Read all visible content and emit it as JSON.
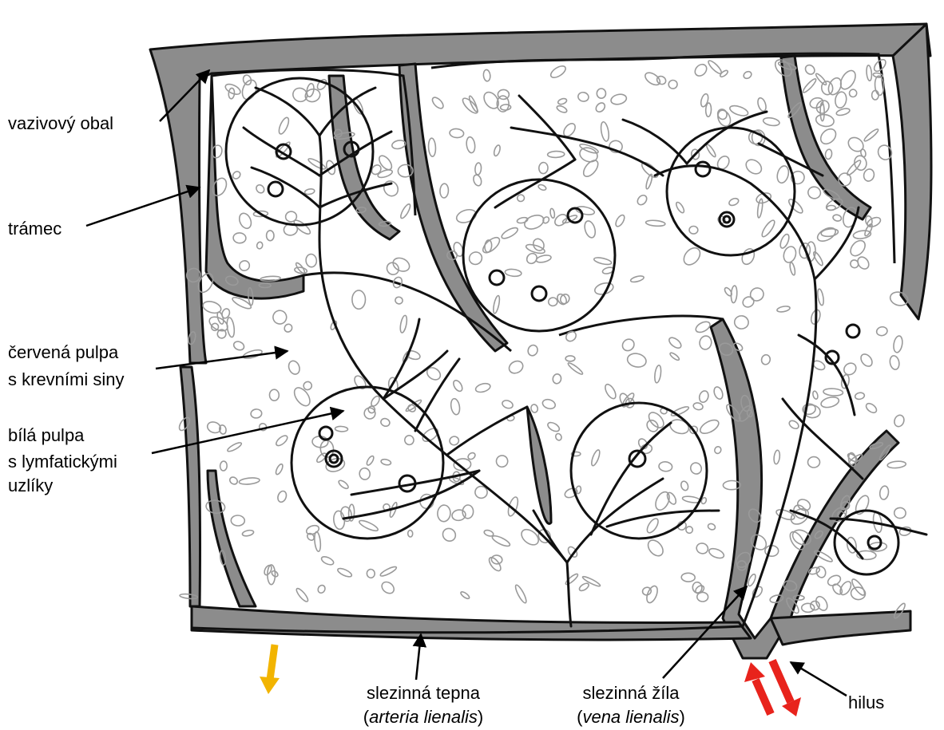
{
  "labels": {
    "capsule": "vazivový obal",
    "trabecula": "trámec",
    "red_pulp_line1": "červená pulpa",
    "red_pulp_line2": "s krevními siny",
    "white_pulp_line1": "bílá pulpa",
    "white_pulp_line2": "s lymfatickými",
    "white_pulp_line3": "uzlíky",
    "artery_line1": "slezinná tepna",
    "artery_latin": "arteria lienalis",
    "vein_line1": "slezinná žíla",
    "vein_latin": "vena lienalis",
    "hilus": "hilus"
  },
  "paren_open": "(",
  "paren_close": ")",
  "colors": {
    "capsule_gray": "#8c8c8c",
    "outline": "#111111",
    "sinus_outline": "#9a9a9a",
    "arrow_red": "#e8231c",
    "arrow_yellow": "#f2b400"
  }
}
